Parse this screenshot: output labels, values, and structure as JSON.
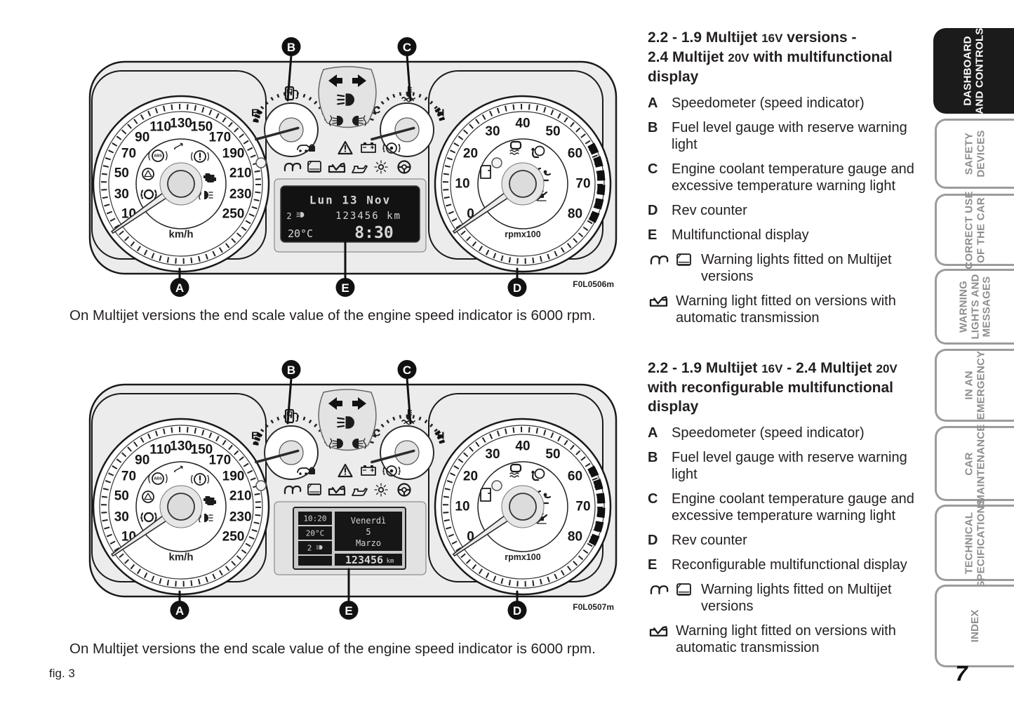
{
  "figure": {
    "fig_label": "fig. 3",
    "caption": "On Multijet versions the end scale value of the engine speed indicator is 6000 rpm.",
    "callouts": {
      "a": "A",
      "b": "B",
      "c": "C",
      "d": "D",
      "e": "E"
    },
    "speedo_labels": [
      "10",
      "30",
      "50",
      "70",
      "90",
      "110",
      "130",
      "150",
      "170",
      "190",
      "210",
      "230",
      "250"
    ],
    "speedo_unit": "km/h",
    "rev_labels": [
      "0",
      "10",
      "20",
      "30",
      "40",
      "50",
      "60",
      "70",
      "80"
    ],
    "rev_unit": "rpmx100",
    "fuel_min": "E",
    "fuel_max": "F",
    "temp_min": "C",
    "temp_max": "H",
    "abs_label": "ABS",
    "clusters": [
      {
        "code": "F0L0506m",
        "lcd": {
          "date_line": "Lun 13 Nov",
          "trip": "2",
          "odometer": "123456 km",
          "temperature": "20°C",
          "time": "8:30"
        }
      },
      {
        "code": "F0L0507m",
        "lcd": {
          "time": "10:20",
          "temperature": "20°C",
          "trip": "2",
          "day": "Venerdì",
          "date": "5",
          "month": "Marzo",
          "odometer": "123456",
          "odometer_unit": "km"
        }
      }
    ]
  },
  "sections": [
    {
      "heading": {
        "l1a": "2.2 - 1.9 Multijet ",
        "l1b": "16V",
        "l1c": " versions -",
        "l2a": "2.4 Multijet ",
        "l2b": "20V",
        "l2c": " with multifunctional",
        "l3": "display"
      },
      "items": [
        {
          "key": "A",
          "text": "Speedometer (speed indicator)"
        },
        {
          "key": "B",
          "text": "Fuel level gauge with reserve warning light"
        },
        {
          "key": "C",
          "text": "Engine coolant temperature gauge and excessive temperature warning light"
        },
        {
          "key": "D",
          "text": "Rev counter"
        },
        {
          "key": "E",
          "text": "Multifunctional display"
        }
      ],
      "icon_items": [
        {
          "text": "Warning lights fitted on Multijet versions"
        },
        {
          "text": "Warning light fitted on versions with automatic transmission"
        }
      ]
    },
    {
      "heading": {
        "l1a": "2.2 - 1.9 Multijet ",
        "l1b": "16V",
        "l1c": " - 2.4 Multijet ",
        "l1d": "20V",
        "l2": "with reconfigurable multifunctional",
        "l3": "display"
      },
      "items": [
        {
          "key": "A",
          "text": "Speedometer (speed indicator)"
        },
        {
          "key": "B",
          "text": "Fuel level gauge with reserve warning light"
        },
        {
          "key": "C",
          "text": "Engine coolant temperature gauge and excessive temperature warning light"
        },
        {
          "key": "D",
          "text": "Rev counter"
        },
        {
          "key": "E",
          "text": "Reconfigurable multifunctional display"
        }
      ],
      "icon_items": [
        {
          "text": "Warning lights fitted on Multijet versions"
        },
        {
          "text": "Warning light fitted on versions with automatic transmission"
        }
      ]
    }
  ],
  "sidebar": {
    "tabs": [
      {
        "lines": [
          "DASHBOARD",
          "AND CONTROLS"
        ]
      },
      {
        "lines": [
          "SAFETY",
          "DEVICES"
        ]
      },
      {
        "lines": [
          "CORRECT USE",
          "OF THE CAR"
        ]
      },
      {
        "lines": [
          "WARNING",
          "LIGHTS AND",
          "MESSAGES"
        ]
      },
      {
        "lines": [
          "IN AN",
          "EMERGENCY"
        ]
      },
      {
        "lines": [
          "CAR",
          "MAINTENANCE"
        ]
      },
      {
        "lines": [
          "TECHNICAL",
          "SPECIFICATIONS"
        ]
      },
      {
        "lines": [
          "INDEX"
        ]
      }
    ],
    "page_number": "7"
  }
}
